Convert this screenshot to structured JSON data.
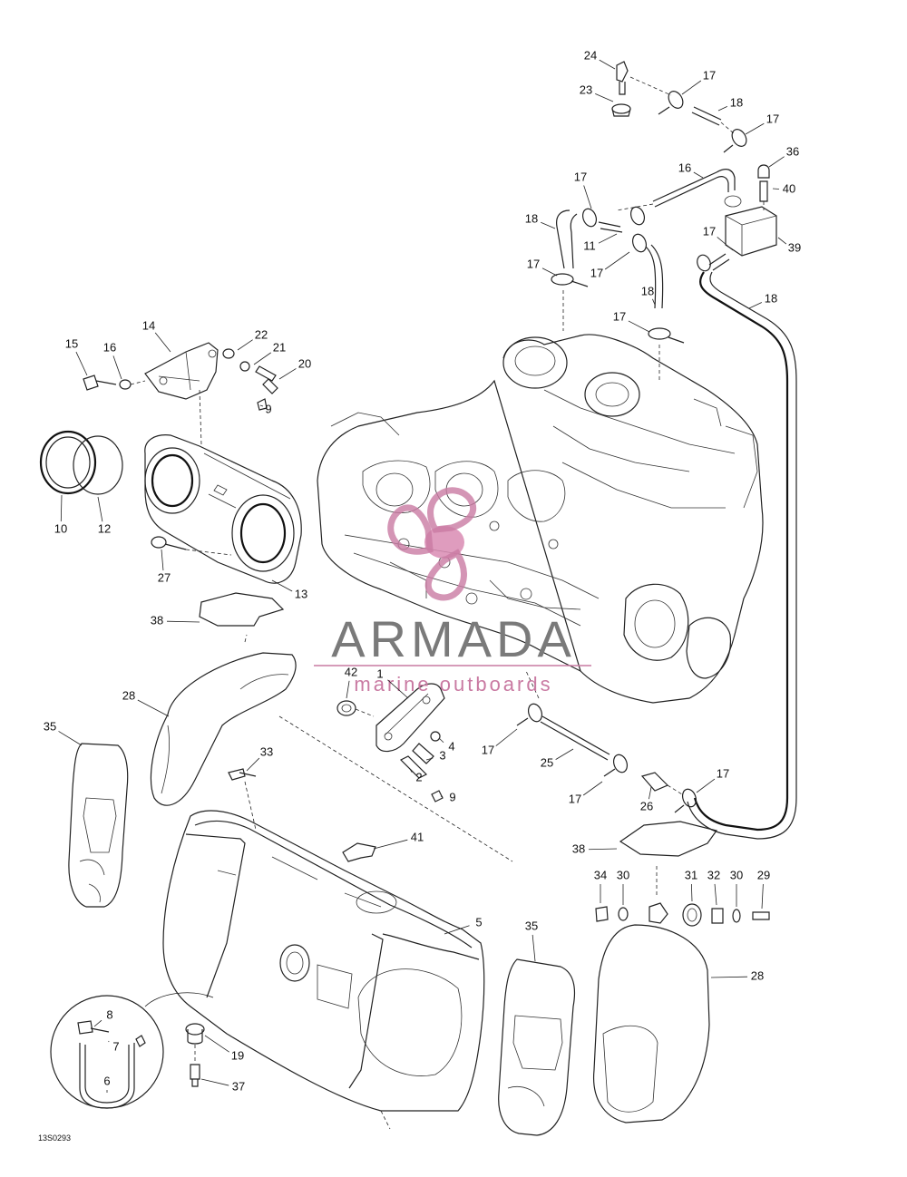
{
  "diagram": {
    "plate_code": "13S0293",
    "callouts": [
      "24",
      "23",
      "17",
      "18",
      "17",
      "36",
      "40",
      "16",
      "17",
      "39",
      "18",
      "17",
      "11",
      "17",
      "17",
      "18",
      "17",
      "18",
      "14",
      "15",
      "16",
      "22",
      "21",
      "20",
      "9",
      "10",
      "12",
      "27",
      "13",
      "38",
      "28",
      "35",
      "42",
      "1",
      "4",
      "3",
      "2",
      "9",
      "17",
      "25",
      "17",
      "26",
      "17",
      "33",
      "41",
      "5",
      "38",
      "34",
      "30",
      "31",
      "32",
      "30",
      "29",
      "35",
      "28",
      "8",
      "7",
      "6",
      "19",
      "37"
    ]
  },
  "watermark": {
    "brand": "ARMADA",
    "tagline": "marine outboards",
    "logo": "propeller-logo",
    "colors": {
      "brand": "#7a7a7a",
      "accent": "#c97aa2"
    }
  }
}
